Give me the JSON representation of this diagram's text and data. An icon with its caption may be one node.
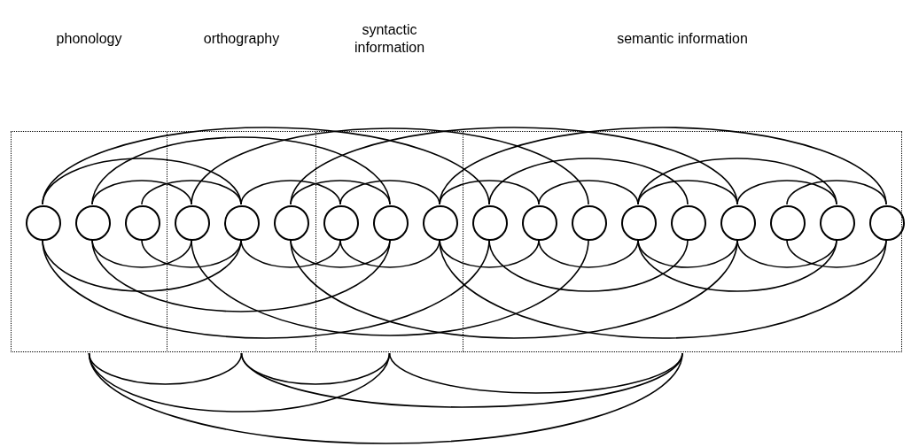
{
  "diagram": {
    "nodes": [
      {
        "text": [],
        "shape": "box"
      },
      {
        "text": [],
        "shape": "box"
      },
      {
        "text": [],
        "shape": "box"
      },
      {
        "text": [],
        "shape": "box"
      },
      {
        "text": [],
        "shape": "circle",
        "in": 0
      },
      {
        "text": [],
        "shape": "circle",
        "in": 0
      },
      {
        "text": [],
        "shape": "circle",
        "in": 0
      },
      {
        "text": [],
        "shape": "circle",
        "in": 1
      },
      {
        "text": [],
        "shape": "circle",
        "in": 1
      },
      {
        "text": [],
        "shape": "circle",
        "in": 1
      },
      {
        "text": [],
        "shape": "circle",
        "in": 2
      },
      {
        "text": [],
        "shape": "circle",
        "in": 2
      },
      {
        "text": [],
        "shape": "circle",
        "in": 2
      },
      {
        "text": [],
        "shape": "circle",
        "in": 3
      },
      {
        "text": [],
        "shape": "circle",
        "in": 3
      },
      {
        "text": [],
        "shape": "circle",
        "in": 3
      },
      {
        "text": [],
        "shape": "circle",
        "in": 3
      },
      {
        "text": [],
        "shape": "circle",
        "in": 3
      },
      {
        "text": [],
        "shape": "circle",
        "in": 3
      },
      {
        "text": [],
        "shape": "circle",
        "in": 3
      },
      {
        "text": [],
        "shape": "circle",
        "in": 3
      },
      {
        "text": [],
        "shape": "circle",
        "in": 3
      }
    ],
    "edges": [
      {
        "from": 0,
        "to": 1,
        "arrow": "none"
      },
      {
        "from": 1,
        "to": 2,
        "arrow": "none"
      },
      {
        "from": 2,
        "to": 3,
        "arrow": "none"
      },
      {
        "from": 0,
        "to": 2,
        "arrow": "none"
      },
      {
        "from": 1,
        "to": 3,
        "arrow": "none"
      },
      {
        "from": 0,
        "to": 3,
        "arrow": "none"
      },
      {
        "from": 4,
        "to": 8,
        "arrow": "none"
      },
      {
        "from": 4,
        "to": 13,
        "arrow": "none"
      },
      {
        "from": 5,
        "to": 7,
        "arrow": "none"
      },
      {
        "from": 5,
        "to": 11,
        "arrow": "none"
      },
      {
        "from": 6,
        "to": 8,
        "arrow": "none"
      },
      {
        "from": 7,
        "to": 15,
        "arrow": "none"
      },
      {
        "from": 8,
        "to": 10,
        "arrow": "none"
      },
      {
        "from": 9,
        "to": 11,
        "arrow": "none"
      },
      {
        "from": 9,
        "to": 18,
        "arrow": "none"
      },
      {
        "from": 10,
        "to": 12,
        "arrow": "none"
      },
      {
        "from": 12,
        "to": 14,
        "arrow": "none"
      },
      {
        "from": 12,
        "to": 21,
        "arrow": "none"
      },
      {
        "from": 13,
        "to": 17,
        "arrow": "none"
      },
      {
        "from": 14,
        "to": 16,
        "arrow": "none"
      },
      {
        "from": 16,
        "to": 18,
        "arrow": "none"
      },
      {
        "from": 16,
        "to": 20,
        "arrow": "none"
      },
      {
        "from": 18,
        "to": 20,
        "arrow": "none"
      },
      {
        "from": 19,
        "to": 21,
        "arrow": "none"
      }
    ],
    "labels": [
      "phonology",
      "orthography",
      "syntactic information",
      "semantic information"
    ]
  }
}
